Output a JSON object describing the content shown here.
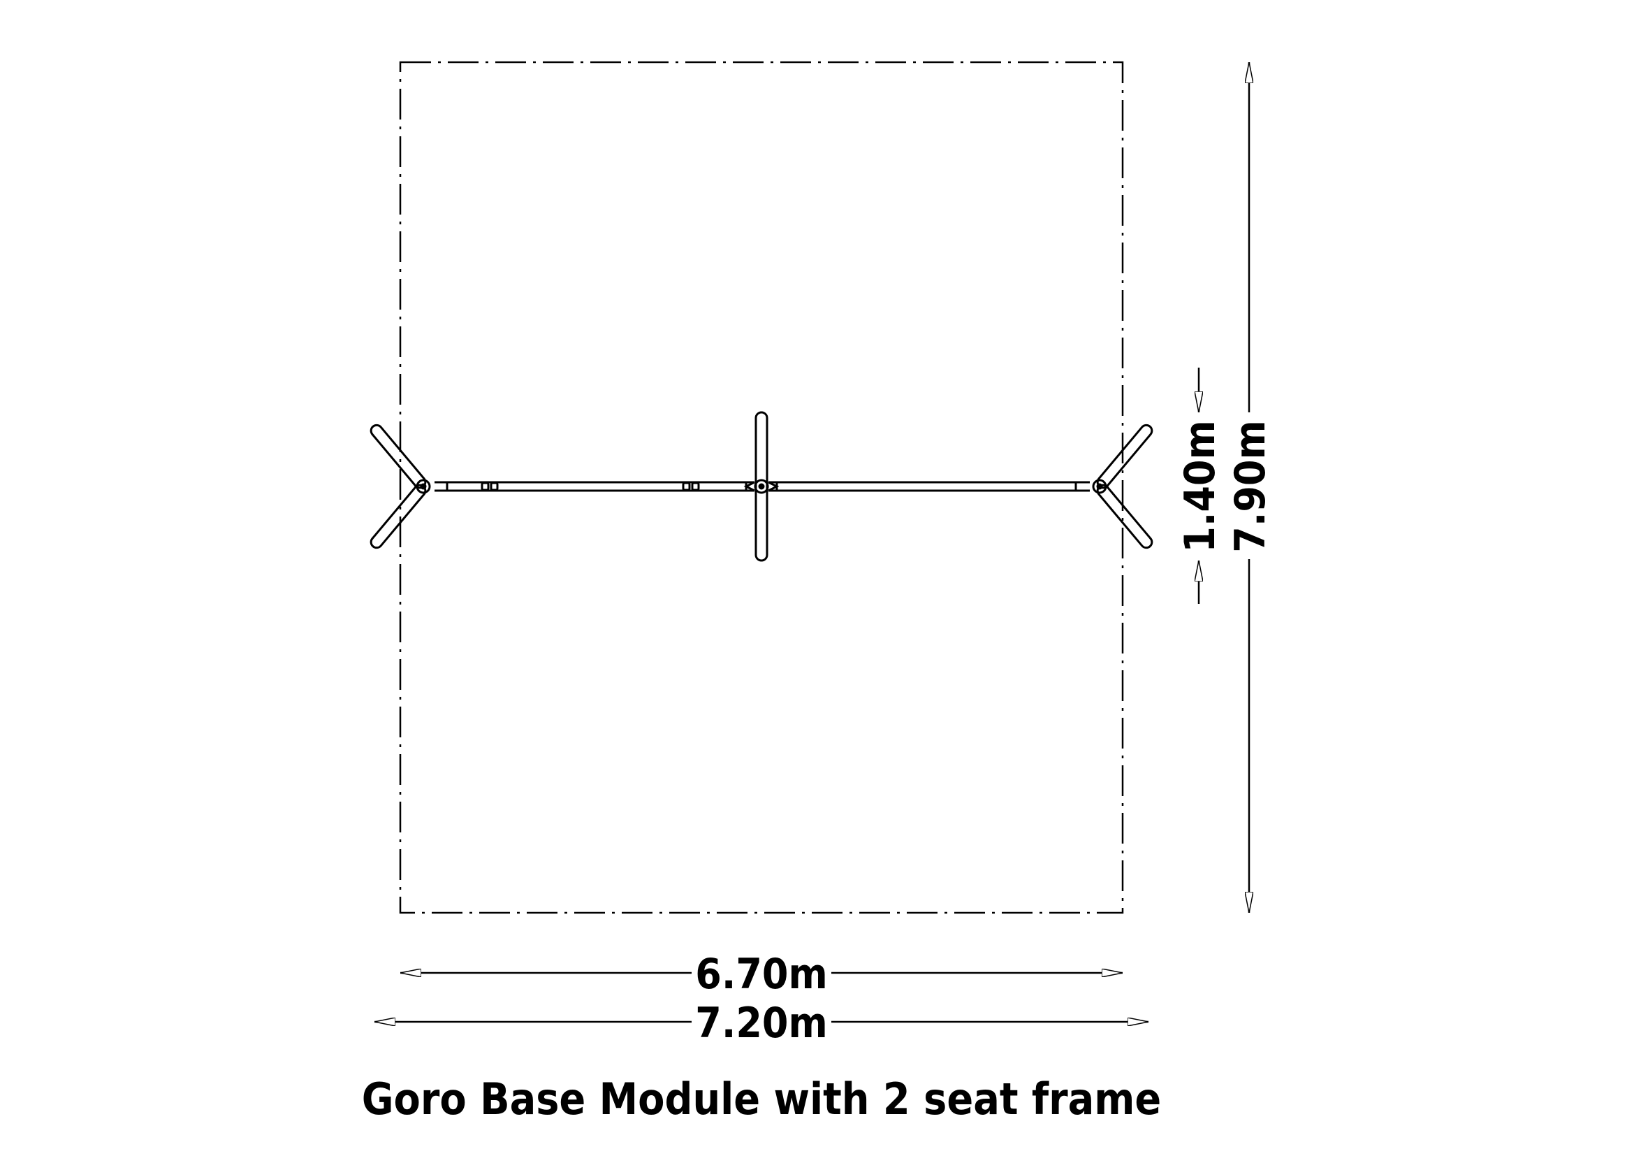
{
  "drawing": {
    "title": "Goro Base Module with 2 seat frame",
    "dimensions": {
      "safety_area_width": "6.70m",
      "overall_width": "7.20m",
      "frame_depth": "1.40m",
      "safety_area_depth": "7.90m"
    },
    "colors": {
      "line": "#000000",
      "background": "#ffffff"
    }
  }
}
